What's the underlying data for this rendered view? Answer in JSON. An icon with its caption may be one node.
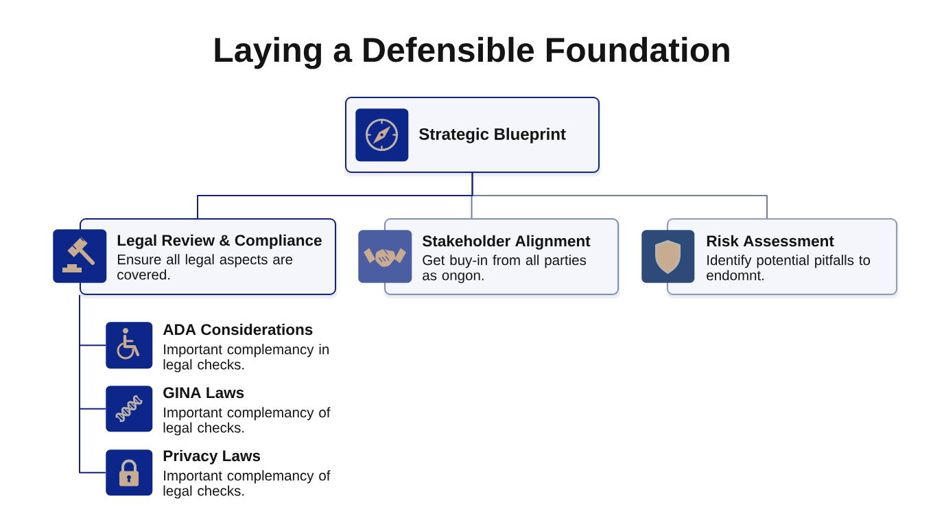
{
  "diagram": {
    "title": "Laying a Defensible Foundation",
    "nodes": [
      {
        "text": [
          "Strategic Blueprint"
        ]
      },
      {
        "text": [
          "Legal Review & Compliance",
          "Ensure all legal aspects are covered."
        ]
      },
      {
        "text": [
          "Stakeholder Alignment",
          "Get buy-in from all parties as ongon."
        ]
      },
      {
        "text": [
          "Risk Assessment",
          "Identify potential pitfalls to endomnt."
        ]
      },
      {
        "text": [
          "ADA Considerations",
          "Important complemancy in legal checks."
        ]
      },
      {
        "text": [
          "GINA Laws",
          "Important complemancy of legal checks."
        ]
      },
      {
        "text": [
          "Privacy Laws",
          "Important complemancy of legal checks."
        ]
      }
    ],
    "edges": [
      {
        "from": 0,
        "to": 1,
        "arrow": "none"
      },
      {
        "from": 0,
        "to": 2,
        "arrow": "none",
        "color": "#6f7f98"
      },
      {
        "from": 0,
        "to": 3,
        "arrow": "none",
        "color": "#6f7f98"
      },
      {
        "from": 1,
        "to": 4,
        "arrow": "none"
      },
      {
        "from": 1,
        "to": 5,
        "arrow": "none"
      },
      {
        "from": 1,
        "to": 6,
        "arrow": "none"
      }
    ]
  }
}
